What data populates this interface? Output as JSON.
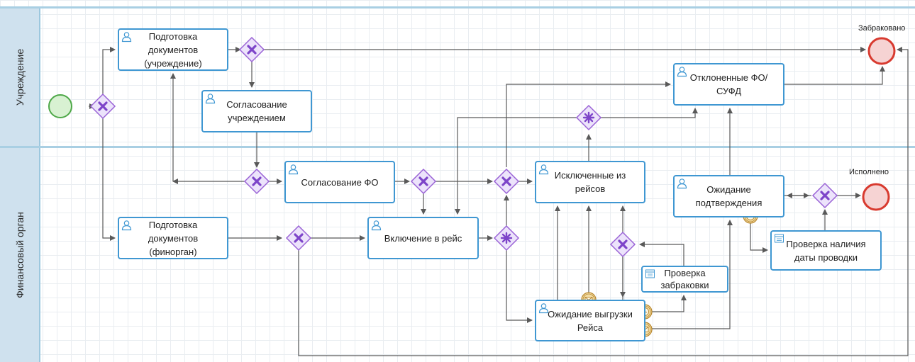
{
  "lanes": [
    {
      "id": "uchrezhdenie",
      "label": "Учреждение"
    },
    {
      "id": "finorgan",
      "label": "Финансовый орган"
    }
  ],
  "tasks": [
    {
      "id": "t1",
      "text": "Подготовка\nдокументов\n(учреждение)",
      "icon": "user-icon"
    },
    {
      "id": "t2",
      "text": "Согласование\nучреждением",
      "icon": "user-icon"
    },
    {
      "id": "t3",
      "text": "Отклоненные ФО/\nСУФД",
      "icon": "user-icon"
    },
    {
      "id": "t4",
      "text": "Согласование ФО",
      "icon": "user-icon"
    },
    {
      "id": "t5",
      "text": "Исключенные из\nрейсов",
      "icon": "user-icon"
    },
    {
      "id": "t6",
      "text": "Ожидание\nподтверждения",
      "icon": "user-icon"
    },
    {
      "id": "t7",
      "text": "Подготовка\nдокументов\n(финорган)",
      "icon": "user-icon"
    },
    {
      "id": "t8",
      "text": "Включение в рейс",
      "icon": "user-icon"
    },
    {
      "id": "t9",
      "text": "Проверка наличия\nдаты проводки",
      "icon": "script-icon"
    },
    {
      "id": "t10",
      "text": "Проверка\nзабраковки",
      "icon": "script-icon"
    },
    {
      "id": "t11",
      "text": "Ожидание выгрузки\nРейса",
      "icon": "user-icon"
    }
  ],
  "events": [
    {
      "id": "start",
      "type": "start",
      "label": ""
    },
    {
      "id": "end_rejected",
      "type": "end",
      "label": "Забраковано"
    },
    {
      "id": "end_done",
      "type": "end",
      "label": "Исполнено"
    }
  ],
  "gateways": [
    {
      "id": "g1",
      "type": "exclusive"
    },
    {
      "id": "g2",
      "type": "exclusive"
    },
    {
      "id": "g3",
      "type": "exclusive"
    },
    {
      "id": "g4",
      "type": "exclusive"
    },
    {
      "id": "g5",
      "type": "exclusive"
    },
    {
      "id": "g6",
      "type": "exclusive"
    },
    {
      "id": "g7",
      "type": "exclusive"
    },
    {
      "id": "g8",
      "type": "exclusive"
    },
    {
      "id": "g9",
      "type": "complex"
    },
    {
      "id": "g10",
      "type": "complex"
    }
  ],
  "boundary_events": [
    {
      "id": "b1",
      "type": "message"
    },
    {
      "id": "b2",
      "type": "timer"
    },
    {
      "id": "b3",
      "type": "message"
    },
    {
      "id": "b4",
      "type": "timer"
    }
  ],
  "colors": {
    "task_border": "#3f97d2",
    "gateway_fill": "#ece3fb",
    "gateway_stroke": "#9a63d6",
    "gateway_mark": "#7d45c9",
    "start_fill": "#d8f1d2",
    "start_stroke": "#4ea848",
    "end_fill": "#f6d3d3",
    "end_stroke": "#d83a2f",
    "boundary_fill": "#f3dca3",
    "boundary_stroke": "#b8862b",
    "edge": "#595959",
    "lane_header": "#cfe1ee"
  }
}
